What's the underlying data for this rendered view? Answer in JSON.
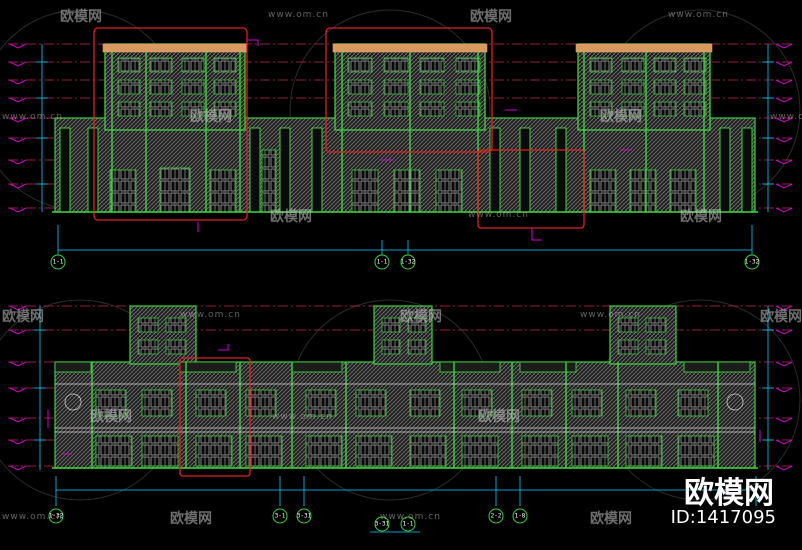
{
  "watermarks": {
    "url": "www.om.cn",
    "brand": "欧模网"
  },
  "branding": {
    "name": "欧模网",
    "id_label": "ID:1417095"
  },
  "elevation_top": {
    "axis_labels": [
      "1-1",
      "1-1",
      "1-32",
      "1-32"
    ]
  },
  "elevation_bottom": {
    "axis_labels": [
      "1-32",
      "3-1",
      "3-31",
      "2-2",
      "1-8",
      "3-31",
      "1-1"
    ]
  },
  "colors": {
    "background": "#000000",
    "facade": "#3cd23c",
    "detail": "#c8c8c8",
    "level_line": "#d03060",
    "dimension": "#00d0ff",
    "revision_cloud": "#e02020",
    "annotation": "#d000d0",
    "roof_trim": "#e0a060"
  }
}
